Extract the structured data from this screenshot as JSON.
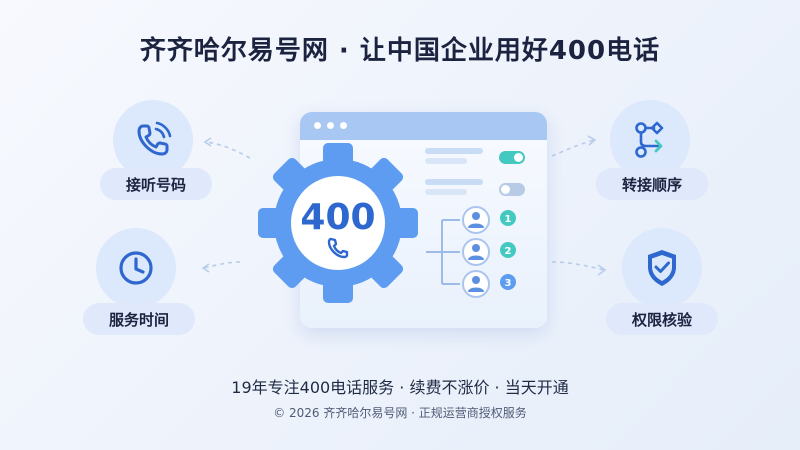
{
  "title": "齐齐哈尔易号网 · 让中国企业用好400电话",
  "features": {
    "answer": {
      "label": "接听号码",
      "icon": "phone-icon"
    },
    "service_time": {
      "label": "服务时间",
      "icon": "clock-icon"
    },
    "transfer": {
      "label": "转接顺序",
      "icon": "flow-arrow-icon"
    },
    "permission": {
      "label": "权限核验",
      "icon": "shield-check-icon"
    }
  },
  "gear": {
    "number": "400",
    "icon": "phone-icon"
  },
  "routing": {
    "nodes": [
      "1",
      "2",
      "3"
    ],
    "icon": "user-icon"
  },
  "tagline": "19年专注400电话服务 · 续费不涨价 · 当天开通",
  "copyright": "© 2026 齐齐哈尔易号网 · 正规运营商授权服务",
  "colors": {
    "primary": "#2e68cf",
    "gear": "#5d9cf0",
    "teal": "#43c9c0",
    "light_blue": "#dce8fb"
  }
}
